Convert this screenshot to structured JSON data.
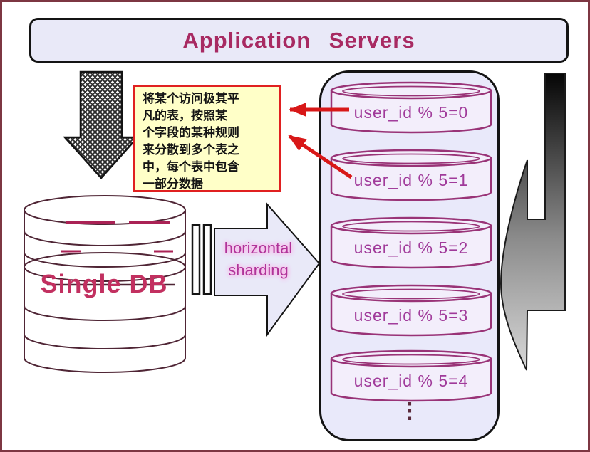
{
  "banner": {
    "title": "Application Servers"
  },
  "note": {
    "text": "将某个访问极其平\n凡的表，按照某\n个字段的某种规则\n来分散到多个表之\n中，每个表中包含\n一部分数据"
  },
  "single_db": {
    "label": "Single DB"
  },
  "sharding_arrow": {
    "label": "horizontal\nsharding"
  },
  "shards": {
    "items": [
      {
        "label": "user_id % 5=0"
      },
      {
        "label": "user_id % 5=1"
      },
      {
        "label": "user_id % 5=2"
      },
      {
        "label": "user_id % 5=3"
      },
      {
        "label": "user_id % 5=4"
      }
    ],
    "more_indicator": "⋮"
  },
  "colors": {
    "banner_text": "#a82a62",
    "panel_fill": "#e9e9fa",
    "note_bg": "#ffffc8",
    "note_border": "#e02020",
    "shard_outline": "#993377",
    "shard_label": "#a03a9a",
    "red_arrow": "#d81818",
    "frame_border": "#7d3642"
  }
}
